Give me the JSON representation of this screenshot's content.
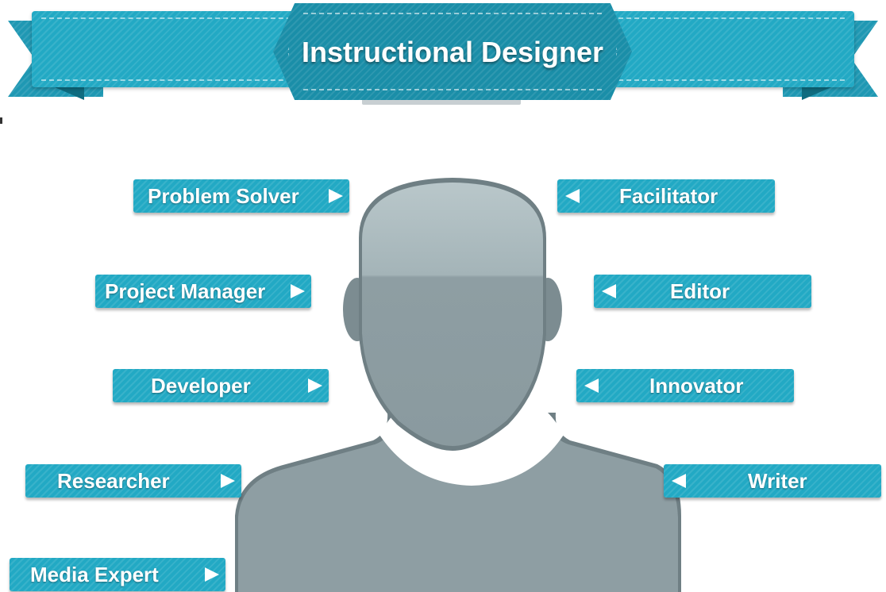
{
  "banner": {
    "title": "Instructional Designer"
  },
  "roles_left": [
    {
      "label": "Problem Solver"
    },
    {
      "label": "Project Manager"
    },
    {
      "label": "Developer"
    },
    {
      "label": "Researcher"
    },
    {
      "label": "Media Expert"
    }
  ],
  "roles_right": [
    {
      "label": "Facilitator"
    },
    {
      "label": "Editor"
    },
    {
      "label": "Innovator"
    },
    {
      "label": "Writer"
    }
  ],
  "colors": {
    "tag": "#22a9c4",
    "banner_dark": "#1a8ea8",
    "silhouette": "#8e9ea3",
    "silhouette_light": "#b7c5c8"
  },
  "icons": {
    "figure": "person-silhouette-icon",
    "pointer": "triangle-arrow-icon"
  }
}
